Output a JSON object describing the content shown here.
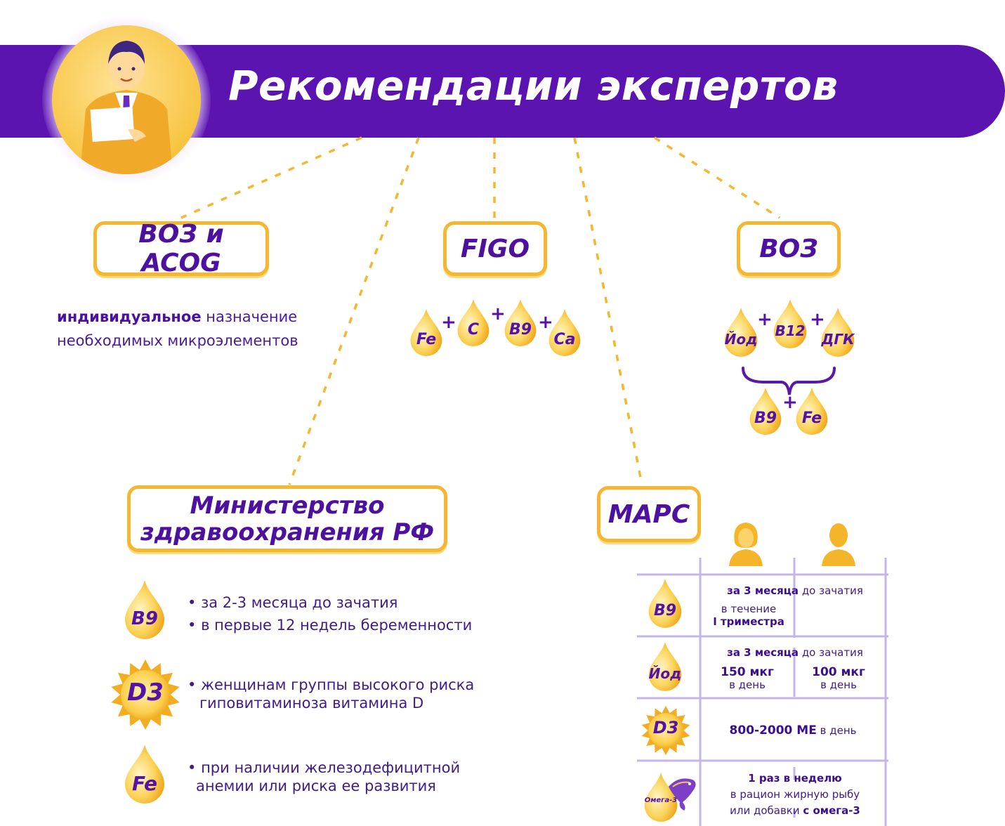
{
  "header": {
    "title": "Рекомендации экспертов"
  },
  "orgs": {
    "who_acog": "ВОЗ и ACOG",
    "figo": "FIGO",
    "who": "ВОЗ",
    "minzdrav_line1": "Министерство",
    "minzdrav_line2": "здравоохранения РФ",
    "mars": "МАРС"
  },
  "who_acog_note": {
    "bold": "индивидуальное",
    "rest": " назначение",
    "line2": "необходимых микроэлементов"
  },
  "figo_drops": [
    "Fe",
    "C",
    "B9",
    "Ca"
  ],
  "who_drops": [
    "Йод",
    "B12",
    "ДГК"
  ],
  "who_extra_drops": [
    "B9",
    "Fe"
  ],
  "minzdrav": {
    "b9_label": "B9",
    "b9_bullets": [
      "за 2-3 месяца до зачатия",
      "в первые 12 недель беременности"
    ],
    "d3_label": "D3",
    "d3_bullets": [
      "женщинам группы высокого риска",
      "гиповитаминоза витамина D"
    ],
    "fe_label": "Fe",
    "fe_bullets": [
      "при наличии железодефицитной",
      "анемии или риска ее развития"
    ]
  },
  "mars_table": {
    "row1": {
      "label": "B9",
      "top_bold": "за 3 месяца",
      "top_rest": " до зачатия",
      "left_line1": "в течение",
      "left_line2": "I триместра"
    },
    "row2": {
      "label": "Йод",
      "top_bold": "за 3 месяца",
      "top_rest": " до зачатия",
      "woman_val": "150 мкг",
      "woman_unit": "в день",
      "man_val": "100 мкг",
      "man_unit": "в день"
    },
    "row3": {
      "label": "D3",
      "bold": "800-2000 МЕ",
      "rest": " в день"
    },
    "row4": {
      "label": "Омега-3",
      "line1": "1 раз в неделю",
      "line2": "в рацион жирную рыбу",
      "line3_rest": "или добавки ",
      "line3_bold": "с омега-3"
    }
  },
  "colors": {
    "purple": "#5b14b0",
    "gold": "#f5b731",
    "drop_light": "#fff1b8",
    "drop_dark": "#f4b52a"
  }
}
